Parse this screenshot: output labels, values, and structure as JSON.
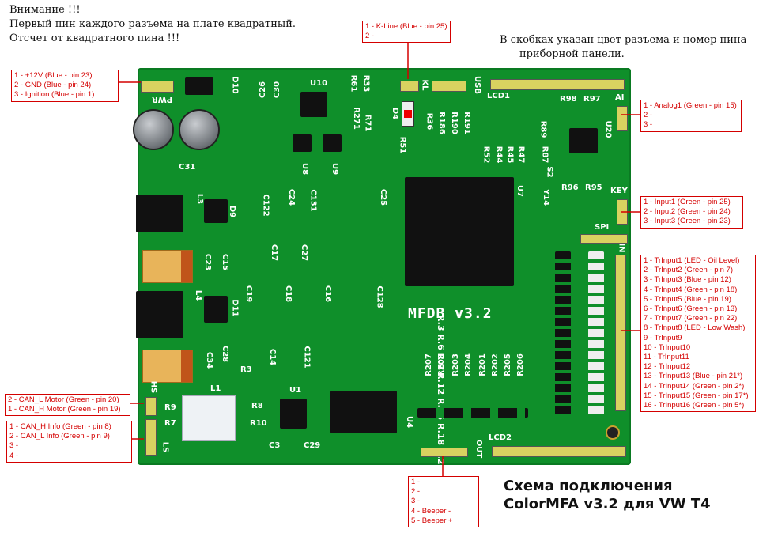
{
  "notes": {
    "warning": [
      "Внимание !!!",
      "Первый пин каждого разъема на плате квадратный.",
      "Отсчет от квадратного пина !!!"
    ],
    "brackets": [
      "В скобках указан цвет разъема и номер пина",
      "приборной панели."
    ]
  },
  "title": [
    "Схема подключения",
    "ColorMFA v3.2 для VW T4"
  ],
  "board_label": "MFDB v3.2",
  "labels": {
    "pwr": [
      "1 - +12V (Blue - pin 23)",
      "2 - GND (Blue - pin 24)",
      "3 - Ignition (Blue - pin 1)"
    ],
    "kline": [
      "1 - K-Line (Blue - pin 25)",
      "2 -"
    ],
    "analog": [
      "1 - Analog1 (Green - pin 15)",
      "2 -",
      "3 -"
    ],
    "key": [
      "1 - Input1 (Green - pin 25)",
      "2 - Input2 (Green - pin 24)",
      "3 - Input3 (Green - pin 23)"
    ],
    "trinput": [
      "1 - TrInput1 (LED - Oil Level)",
      "2 - TrInput2 (Green - pin 7)",
      "3 - TrInput3 (Blue - pin 12)",
      "4 - TrInput4 (Green - pin 18)",
      "5 - TrInput5 (Blue - pin 19)",
      "6 - TrInput6 (Green - pin 13)",
      "7 - TrInput7 (Green - pin 22)",
      "8 - TrInput8 (LED - Low Wash)",
      "9 - TrInput9",
      "10 - TrInput10",
      "11 - TrInput11",
      "12 - TrInput12",
      "13 - TrInput13 (Blue - pin 21*)",
      "14 - TrInput14 (Green - pin 2*)",
      "15 - TrInput15 (Green - pin 17*)",
      "16 - TrInput16 (Green - pin 5*)"
    ],
    "hs": [
      "2 - CAN_L Motor (Green - pin 20)",
      "1 - CAN_H Motor (Green - pin 19)"
    ],
    "ls": [
      "1 - CAN_H Info (Green - pin 8)",
      "2 - CAN_L Info (Green - pin 9)",
      "3 -",
      "4 -"
    ],
    "out": [
      "1 -",
      "2 -",
      "3 -",
      "4 - Beeper -",
      "5 - Beeper +"
    ]
  },
  "silkscreen": {
    "pwr": "PWR",
    "d10": "D10",
    "c26": "C26",
    "c30": "C30",
    "u10": "U10",
    "r61": "R61",
    "r33": "R33",
    "r71": "R71",
    "r271": "R271",
    "kl": "KL",
    "usb": "USB",
    "lcd1": "LCD1",
    "d4": "D4",
    "r36": "R36",
    "r186": "R186",
    "r190": "R190",
    "r191": "R191",
    "r51": "R51",
    "r98": "R98",
    "r97": "R97",
    "ai": "AI",
    "u20": "U20",
    "r89": "R89",
    "r87": "R87",
    "r96": "R96",
    "r95": "R95",
    "s2": "S2",
    "r52": "R52",
    "r44": "R44",
    "r45": "R45",
    "r47": "R47",
    "u7": "U7",
    "y14": "Y14",
    "key": "KEY",
    "spi": "SPI",
    "in": "IN",
    "u8": "U8",
    "u9": "U9",
    "c31": "C31",
    "l3": "L3",
    "d9": "D9",
    "c122": "C122",
    "c24": "C24",
    "c131": "C131",
    "c25": "C25",
    "c23": "C23",
    "c15": "C15",
    "c17": "C17",
    "c27": "C27",
    "c19": "C19",
    "c18": "C18",
    "c16": "C16",
    "c128": "C128",
    "l4": "L4",
    "d11": "D11",
    "c28": "C28",
    "c34": "C34",
    "r3": "R3",
    "c14": "C14",
    "c121": "C121",
    "hs": "HS",
    "l1": "L1",
    "r9": "R9",
    "r8": "R8",
    "u1": "U1",
    "r7": "R7",
    "r10": "R10",
    "ls": "LS",
    "c3": "C3",
    "c29": "C29",
    "u4": "U4",
    "lcd2": "LCD2",
    "out": "OUT",
    "r_col": "R.3  R.6  R.9  R.12  R.15  R.18  R.21  R.24",
    "r_row": [
      "R207",
      "R208",
      "R203",
      "R204",
      "R201",
      "R202",
      "R205",
      "R206"
    ]
  },
  "colors": {
    "board": "#0f8f2a",
    "label_border": "#d40000",
    "label_text": "#d40000",
    "wire": "#d40000"
  }
}
